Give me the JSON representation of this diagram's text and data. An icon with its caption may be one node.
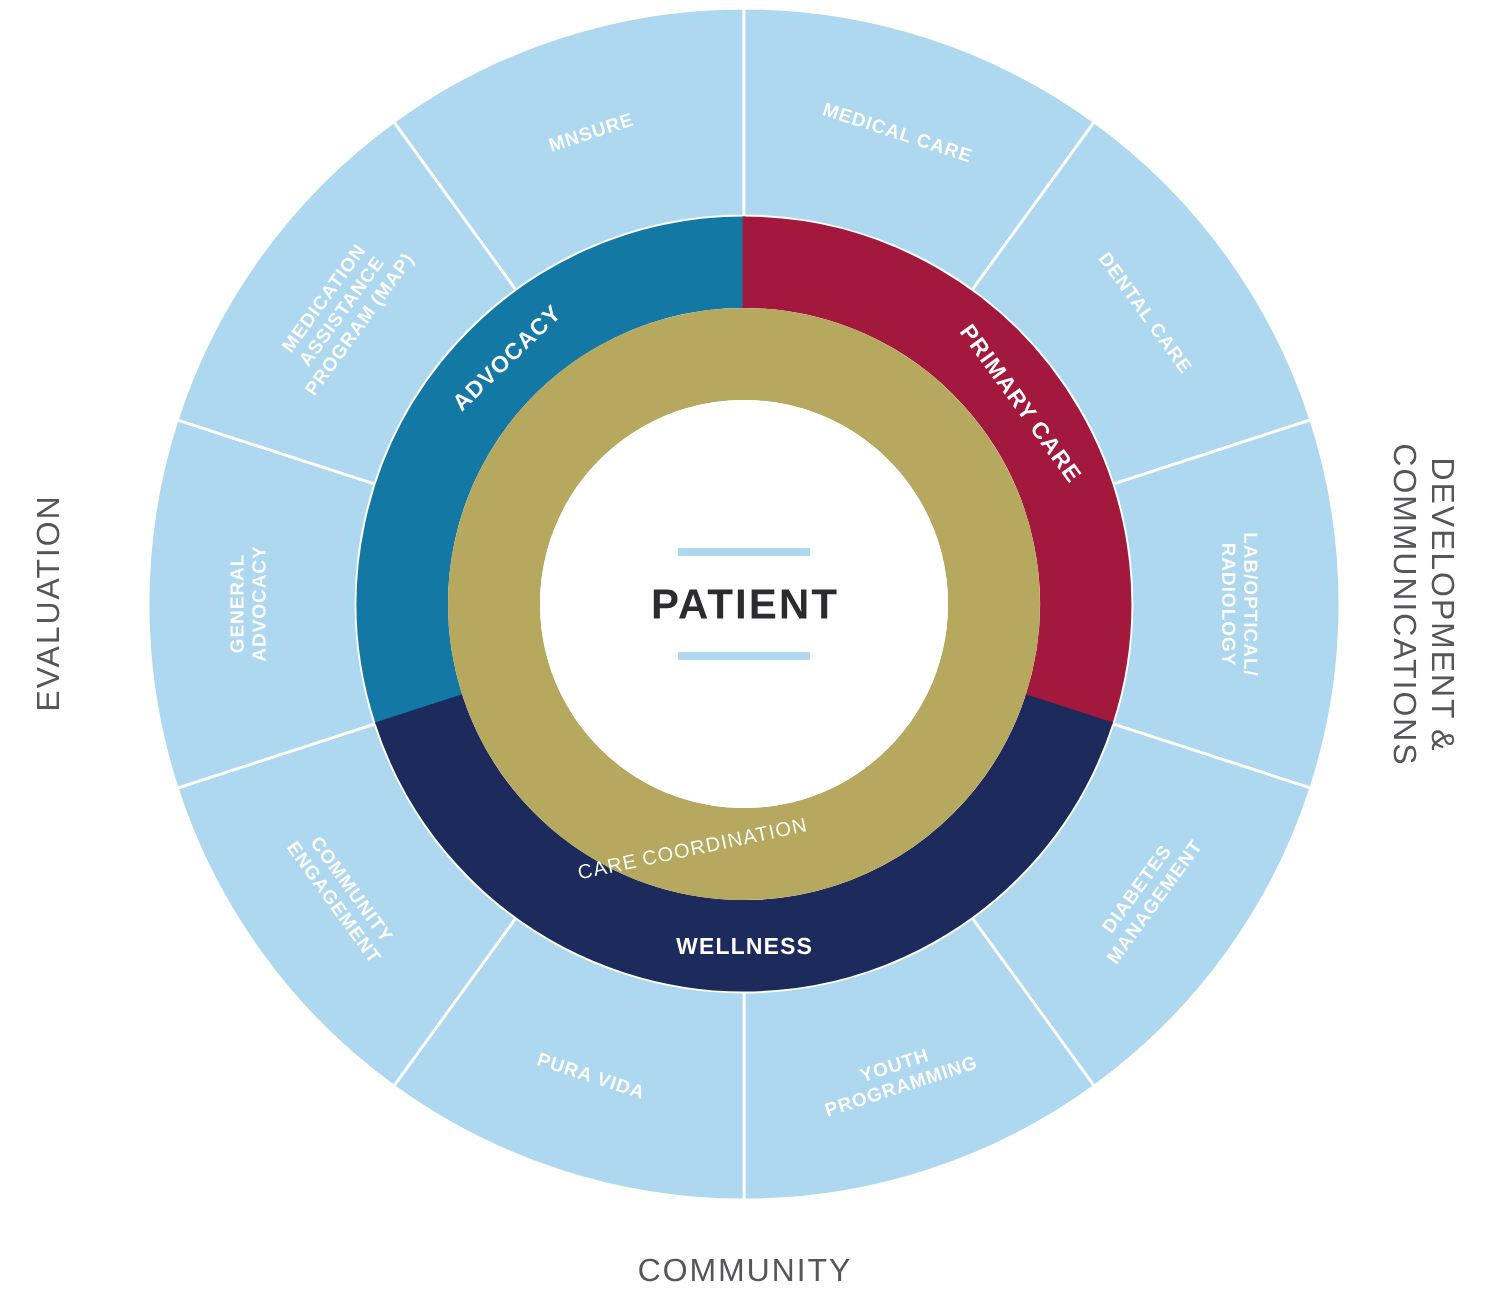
{
  "diagram": {
    "nodes": [
      {
        "text": [
          "CARE COORDINATION"
        ]
      },
      {
        "text": [
          "PATIENT"
        ],
        "in": 0
      },
      {
        "text": [
          "ADVOCACY"
        ]
      },
      {
        "text": [
          "PRIMARY CARE"
        ]
      },
      {
        "text": [
          "WELLNESS"
        ]
      },
      {
        "text": [
          "MNSURE"
        ]
      },
      {
        "text": [
          "MEDICAL CARE"
        ]
      },
      {
        "text": [
          "DENTAL CARE"
        ]
      },
      {
        "text": [
          "LAB/OPTICAL/ RADIOLOGY"
        ]
      },
      {
        "text": [
          "DIABETES MANAGEMENT"
        ]
      },
      {
        "text": [
          "YOUTH PROGRAMMING"
        ]
      },
      {
        "text": [
          "PURA VIDA"
        ]
      },
      {
        "text": [
          "COMMUNITY ENGAGEMENT"
        ]
      },
      {
        "text": [
          "GENERAL ADVOCACY"
        ]
      },
      {
        "text": [
          "MEDICATION ASSISTANCE PROGRAM (MAP)"
        ]
      }
    ],
    "labels": [
      "EVALUATION",
      "DEVELOPMENT & COMMUNICATIONS",
      "COMMUNITY"
    ]
  }
}
